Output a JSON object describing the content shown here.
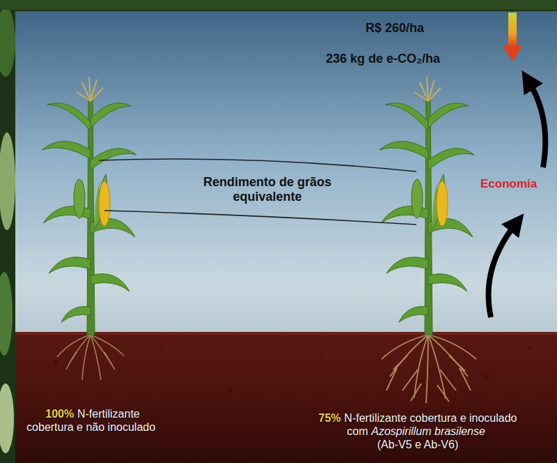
{
  "diagram": {
    "labels": [
      "R$ 260/ha",
      "236 kg de e-CO₂/ha",
      "Rendimento de grãos equivalente",
      "Economia",
      "100%",
      "N-fertilizante cobertura e não inoculado",
      "75%",
      "N-fertilizante cobertura e inoculado com",
      "Azospirillum brasilense",
      "(Ab-V5 e Ab-V6)"
    ]
  }
}
